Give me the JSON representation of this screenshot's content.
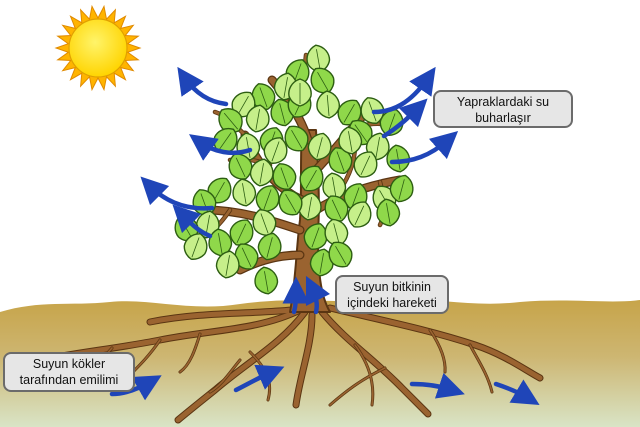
{
  "labels": {
    "evaporation": [
      "Yapraklardaki su",
      "buharlaşır"
    ],
    "transport": [
      "Suyun bitkinin",
      "içindeki hareketi"
    ],
    "absorption": [
      "Suyun kökler",
      "tarafından emilimi"
    ]
  },
  "colors": {
    "sky": "#ffffff",
    "soil_top": "#c9a84e",
    "soil_bottom": "#d7e1c2",
    "trunk": "#9a6330",
    "trunk_outline": "#5a3512",
    "leaf": "#8fd84a",
    "leaf_light": "#c6ef8a",
    "leaf_outline": "#2d5e12",
    "sun": "#ffe000",
    "sun_rays": "#ffb400",
    "arrow": "#1f45b8"
  },
  "icons": [
    "sun-icon",
    "tree-icon",
    "water-arrow-icon"
  ]
}
